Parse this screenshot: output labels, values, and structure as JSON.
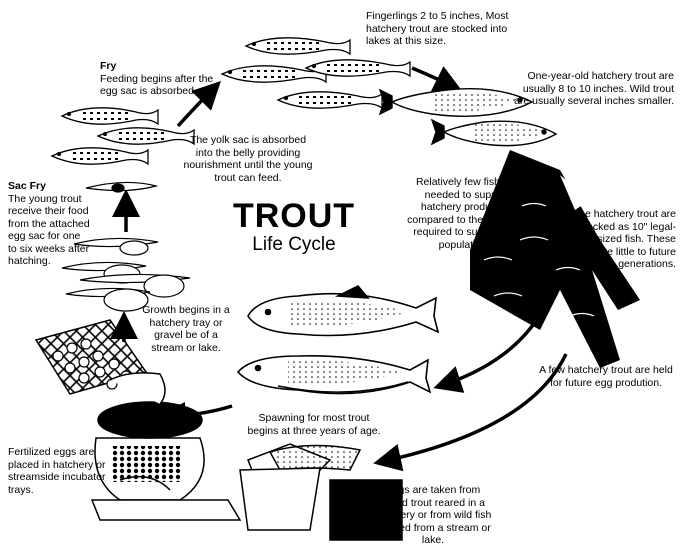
{
  "title": {
    "main": "TROUT",
    "sub": "Life Cycle"
  },
  "stages": {
    "fingerlings": {
      "text": "Fingerlings 2 to 5 inches, Most hatchery trout are stocked into lakes at this size."
    },
    "one_year": {
      "text": "One-year-old hatchery trout are usually 8 to 10 inches. Wild trout are usually several inches smaller."
    },
    "fry": {
      "heading": "Fry",
      "text": "Feeding begins after the egg sac is absorbed."
    },
    "yolk": {
      "text": "The yolk sac is absorbed into the belly providing nourishment until the young trout can feed."
    },
    "sac_fry": {
      "heading": "Sac Fry",
      "text": "The young trout receive their food from the attached egg sac for one to six weeks after hatching."
    },
    "few_fish": {
      "text": "Relatively few fish are needed to support hatchery production compared to the numbers required to sustain wild populations."
    },
    "stocked": {
      "text": "Some hatchery trout are stocked as 10\" legal-sized fish. These contribute little to future generations."
    },
    "growth": {
      "text": "Growth begins in a hatchery tray or gravel be of a stream or lake."
    },
    "held": {
      "text": "A few hatchery trout are held for future egg prodution."
    },
    "spawning": {
      "text": "Spawning for most trout begins at three years of age."
    },
    "fertilized": {
      "text": "Fertilized eggs are placed in hatchery or streamside incubator trays."
    },
    "eggs_taken": {
      "text": "Eggs are taken from brood trout reared in a hatchery or from wild fish trapped from a stream or lake."
    }
  }
}
